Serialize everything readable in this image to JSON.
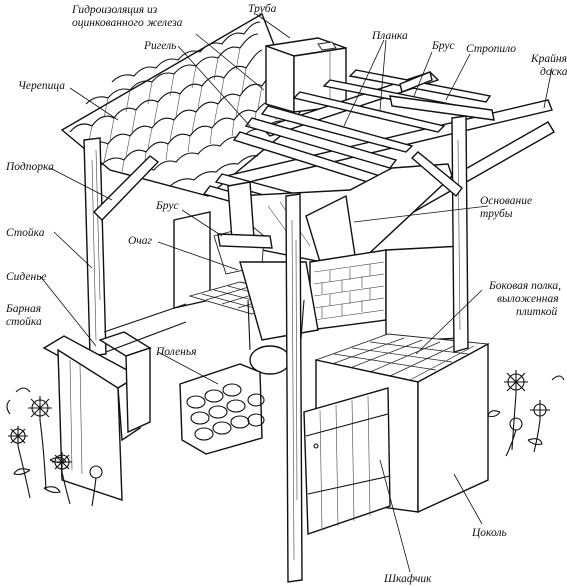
{
  "labels": {
    "tile_roof": "Черепица",
    "waterproofing_line1": "Гидроизоляция из",
    "waterproofing_line2": "оцинкованного железа",
    "pipe": "Труба",
    "crossbar": "Ригель",
    "plank": "Планка",
    "beam_top": "Брус",
    "rafter": "Стропило",
    "edge_board_line1": "Крайняя",
    "edge_board_line2": "доска",
    "support": "Подпорка",
    "pipe_base_line1": "Основание",
    "pipe_base_line2": "трубы",
    "post": "Стойка",
    "beam_mid": "Брус",
    "hearth": "Очаг",
    "seat": "Сиденье",
    "bar_counter_line1": "Барная",
    "bar_counter_line2": "стойка",
    "side_shelf_line1": "Боковая полка,",
    "side_shelf_line2": "выложенная",
    "side_shelf_line3": "плиткой",
    "firewood": "Поленья",
    "plinth": "Цоколь",
    "cabinet": "Шкафчик"
  }
}
